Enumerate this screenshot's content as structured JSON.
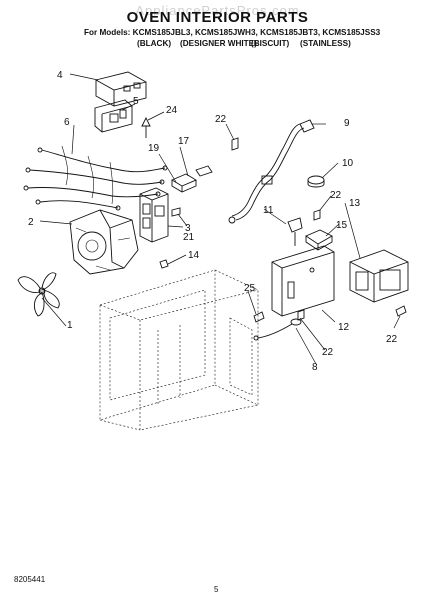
{
  "watermark": "AppliancePartsPros.com",
  "title": "OVEN INTERIOR PARTS",
  "models_line": "For Models: KCMS185JBL3, KCMS185JWH3, KCMS185JBT3, KCMS185JSS3",
  "variants": [
    "(BLACK)",
    "(DESIGNER WHITE)",
    "(BISCUIT)",
    "(STAINLESS)"
  ],
  "callouts": {
    "c1": "1",
    "c2": "2",
    "c3": "3",
    "c4": "4",
    "c5": "5",
    "c6": "6",
    "c8": "8",
    "c9": "9",
    "c10": "10",
    "c11": "11",
    "c12": "12",
    "c13": "13",
    "c14": "14",
    "c15": "15",
    "c17": "17",
    "c19": "19",
    "c21": "21",
    "c22a": "22",
    "c22b": "22",
    "c22c": "22",
    "c22d": "22",
    "c24": "24",
    "c25": "25"
  },
  "footer": {
    "doc_number": "8205441",
    "page": "5"
  }
}
